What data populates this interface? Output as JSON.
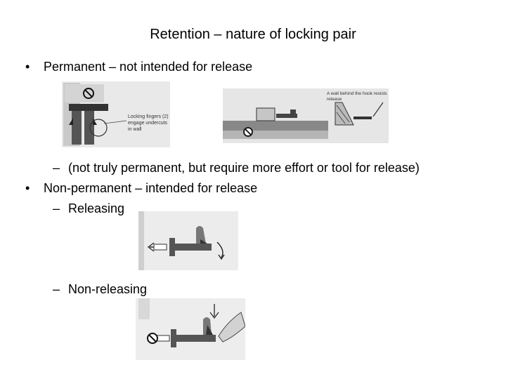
{
  "slide": {
    "title": "Retention – nature of locking pair",
    "bullets": [
      {
        "marker": "•",
        "text": "Permanent – not intended for release"
      },
      {
        "marker": "•",
        "text": "Non-permanent – intended for release"
      }
    ],
    "subitems": [
      {
        "marker": "–",
        "text": "(not truly permanent, but require more effort or tool for release)"
      },
      {
        "marker": "–",
        "text": "Releasing"
      },
      {
        "marker": "–",
        "text": "Non-releasing"
      }
    ]
  },
  "figures": {
    "locking_fingers": {
      "annotation": "Locking fingers (2) engage undercuts in wall",
      "icon": "no-entry-symbol"
    },
    "wall_hook": {
      "annotation": "A wall behind the hook resists release",
      "icon": "no-entry-symbol"
    },
    "releasing_hook": {
      "icon": "arrow-left"
    },
    "nonreleasing_hook": {
      "icon": "no-entry-symbol"
    }
  }
}
